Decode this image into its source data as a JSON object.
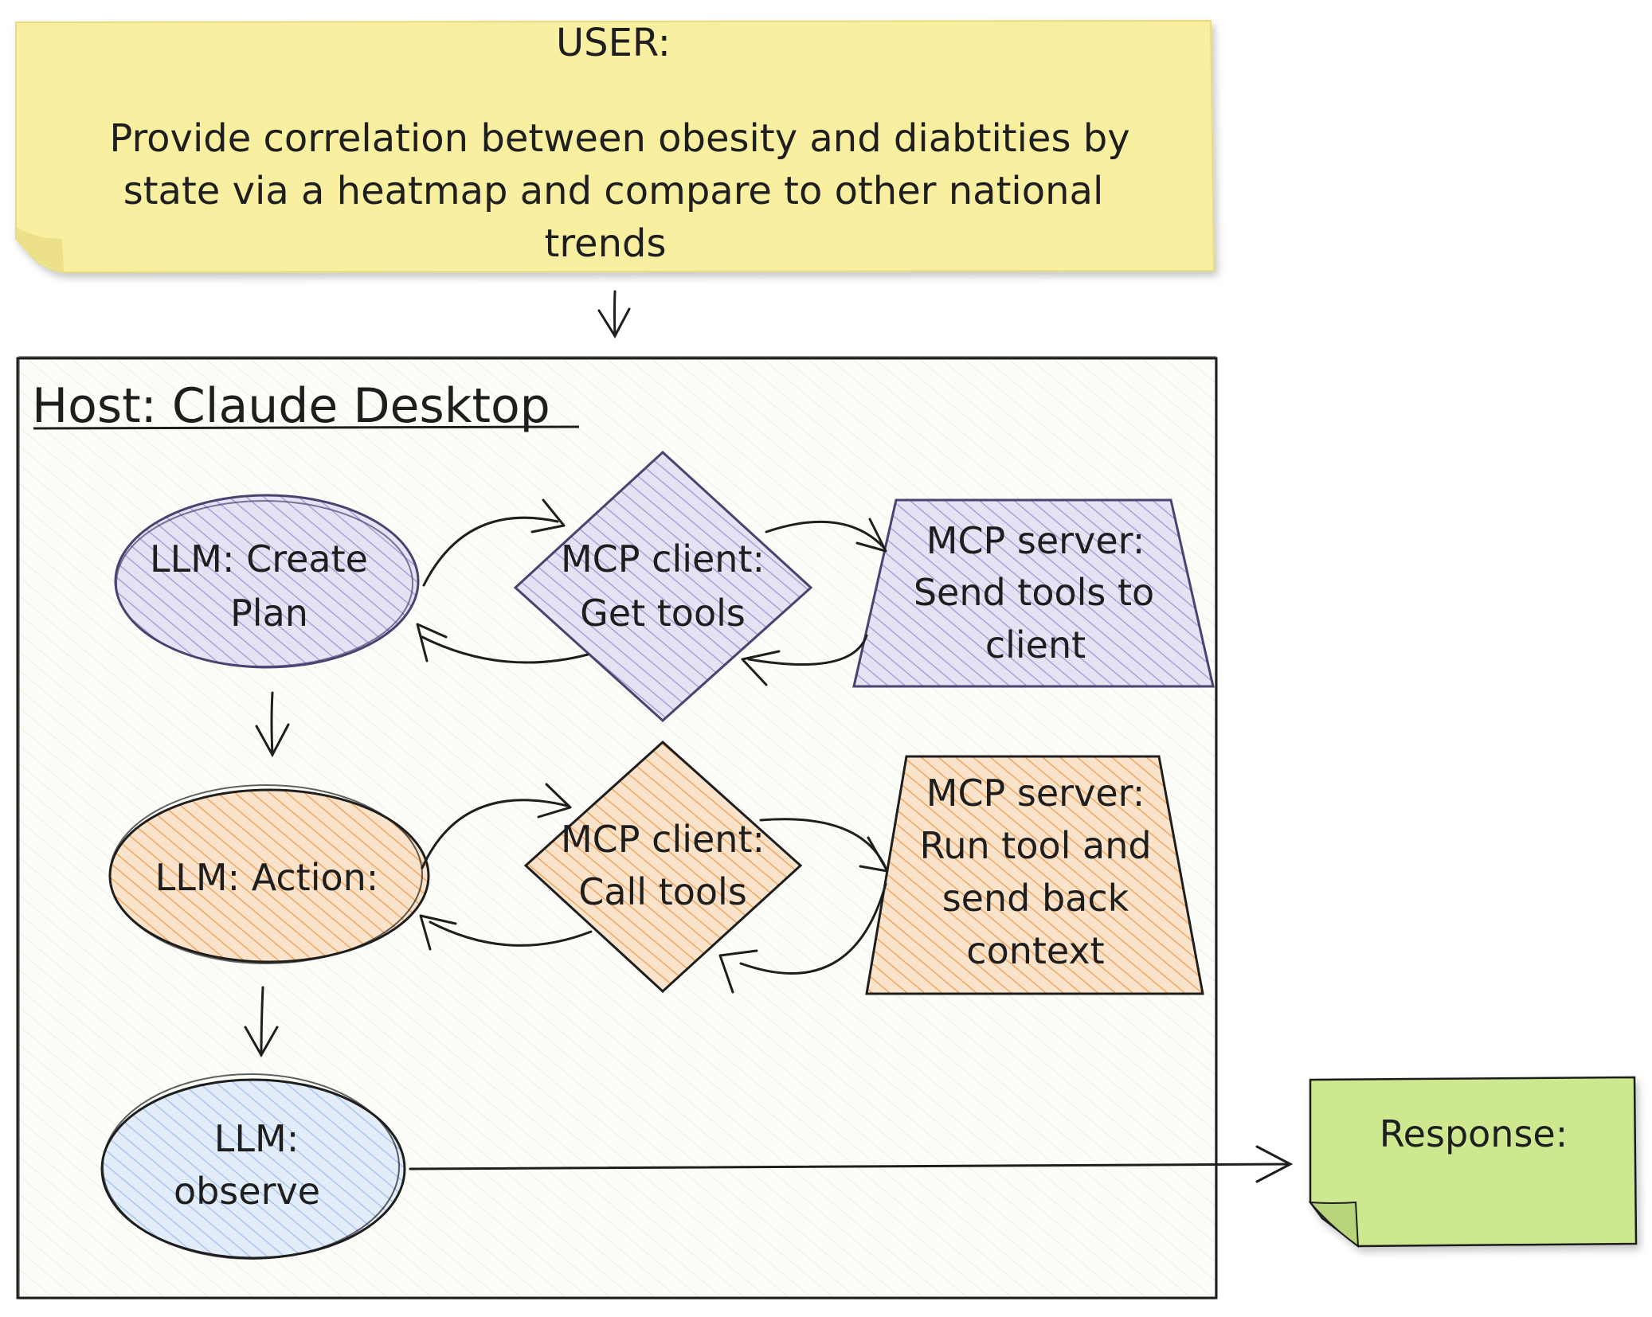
{
  "user_note": {
    "heading": "USER:",
    "lines": [
      "Provide correlation between obesity and diabtities by",
      "state via a heatmap and compare to other national",
      "trends"
    ]
  },
  "host": {
    "title": "Host: Claude Desktop"
  },
  "nodes": {
    "llm_plan": {
      "lines": [
        "LLM: Create",
        "Plan"
      ]
    },
    "client_get": {
      "lines": [
        "MCP client:",
        "Get tools"
      ]
    },
    "server_send": {
      "lines": [
        "MCP server:",
        "Send tools to",
        "client"
      ]
    },
    "llm_action": {
      "lines": [
        "LLM: Action:"
      ]
    },
    "client_call": {
      "lines": [
        "MCP client:",
        "Call tools"
      ]
    },
    "server_run": {
      "lines": [
        "MCP server:",
        "Run tool and",
        "send back",
        "context"
      ]
    },
    "llm_observe": {
      "lines": [
        "LLM:",
        "observe"
      ]
    }
  },
  "response_note": {
    "label": "Response:"
  },
  "colors": {
    "note_yellow": "#f8efa0",
    "note_green": "#cde88f",
    "purple_fill": "#c9c7e6",
    "purple_stroke": "#4a4370",
    "orange_fill": "#f6c99a",
    "blue_fill": "#c7dcf5",
    "host_fill": "#fbfbf6",
    "stroke": "#1e1e1e"
  }
}
